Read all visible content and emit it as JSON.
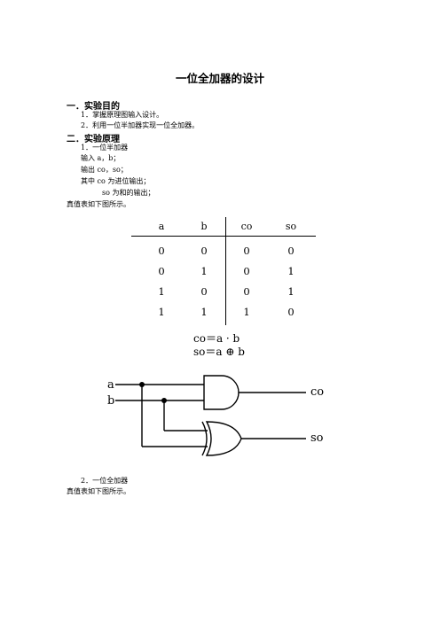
{
  "title": "一位全加器的设计",
  "section1": {
    "heading": "一．实验目的",
    "items": [
      "1．掌握原理图输入设计。",
      "2．利用一位半加器实现一位全加器。"
    ]
  },
  "section2": {
    "heading": "二．实验原理",
    "lines": [
      "1．一位半加器",
      "输入 a，b；",
      "输出 co，so；",
      "其中 co 为进位输出；",
      "so 为和的输出；",
      "真值表如下图所示。"
    ]
  },
  "truth_table": {
    "headers": [
      "a",
      "b",
      "co",
      "so"
    ],
    "rows": [
      [
        "0",
        "0",
        "0",
        "0"
      ],
      [
        "0",
        "1",
        "0",
        "1"
      ],
      [
        "1",
        "0",
        "0",
        "1"
      ],
      [
        "1",
        "1",
        "1",
        "0"
      ]
    ]
  },
  "formulas": [
    "co＝a · b",
    "so＝a ⊕ b"
  ],
  "circuit": {
    "inputs": [
      "a",
      "b"
    ],
    "outputs": [
      "co",
      "so"
    ]
  },
  "part2": {
    "lines": [
      "2．一位全加器",
      "真值表如下图所示。"
    ]
  }
}
